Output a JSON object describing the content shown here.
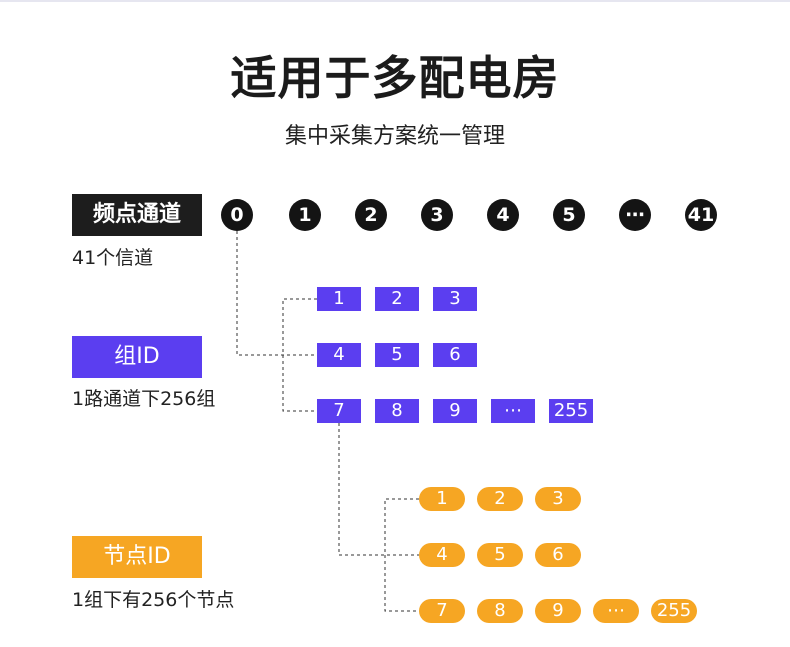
{
  "title": "适用于多配电房",
  "subtitle": "集中采集方案统一管理",
  "sections": {
    "channel": {
      "label": "频点通道",
      "desc": "41个信道"
    },
    "group": {
      "label": "组ID",
      "desc": "1路通道下256组"
    },
    "node": {
      "label": "节点ID",
      "desc": "1组下有256个节点"
    }
  },
  "channels": [
    "0",
    "1",
    "2",
    "3",
    "4",
    "5",
    "⋯",
    "41"
  ],
  "groups": [
    [
      "1",
      "2",
      "3"
    ],
    [
      "4",
      "5",
      "6"
    ],
    [
      "7",
      "8",
      "9",
      "⋯",
      "255"
    ]
  ],
  "nodes": [
    [
      "1",
      "2",
      "3"
    ],
    [
      "4",
      "5",
      "6"
    ],
    [
      "7",
      "8",
      "9",
      "⋯",
      "255"
    ]
  ],
  "colors": {
    "channel": "#141414",
    "group": "#5b3ef0",
    "node": "#f6a623"
  }
}
